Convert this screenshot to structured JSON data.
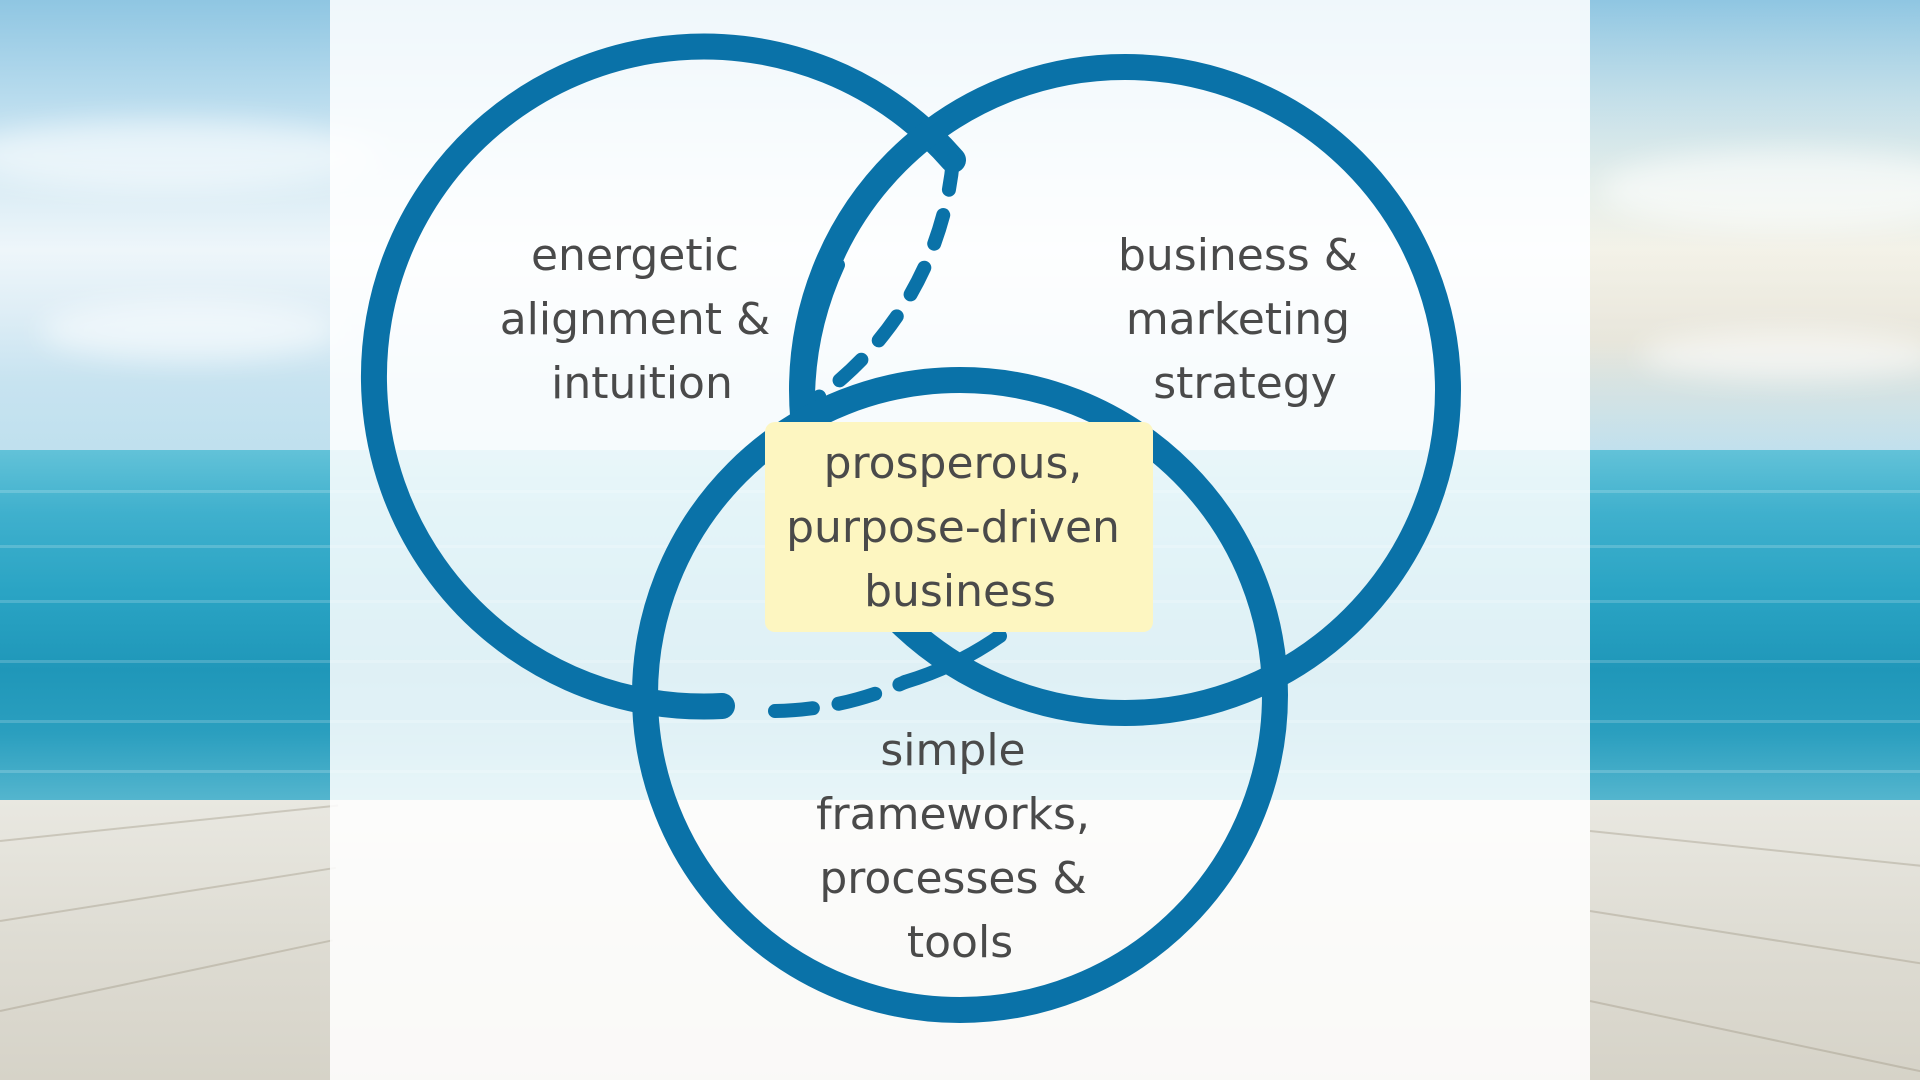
{
  "diagram": {
    "circles": [
      {
        "name": "energetic alignment & intuition",
        "lines": [
          "energetic",
          "alignment &",
          "intuition"
        ]
      },
      {
        "name": "business & marketing strategy",
        "lines": [
          "business &",
          "marketing",
          "strategy"
        ]
      },
      {
        "name": "simple frameworks, processes & tools",
        "lines": [
          "simple",
          "frameworks,",
          "processes &",
          "tools"
        ]
      }
    ],
    "center": {
      "lines": [
        "prosperous,",
        "purpose-driven",
        "business"
      ],
      "highlight_color": "#fdf6c1"
    },
    "colors": {
      "ring": "#0a72a8",
      "text": "#4a4a4a"
    }
  }
}
